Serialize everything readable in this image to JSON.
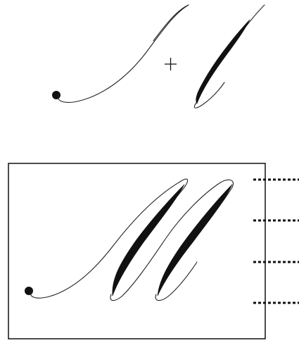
{
  "diagram": {
    "subject": "",
    "ink_color": "#111111",
    "background_color": "#ffffff",
    "frame_color": "#111111",
    "top_row": {
      "left_stroke": "entry-loop-hairline",
      "operator": "+",
      "right_stroke": "shaded-downstroke"
    },
    "bottom_panel": {
      "content": "combined-letter-form",
      "guide_lines_count": 4,
      "guide_line_style": "dotted"
    }
  }
}
